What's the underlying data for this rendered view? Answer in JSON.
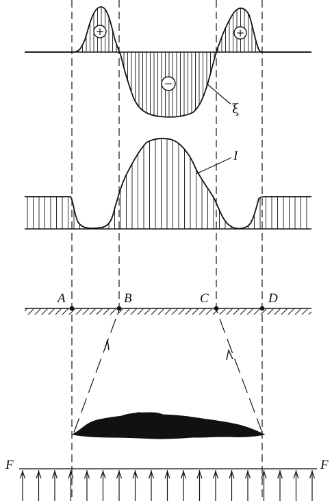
{
  "labels": {
    "xi": "ξ",
    "intensity": "I",
    "point_a": "A",
    "point_b": "B",
    "point_c": "C",
    "point_d": "D",
    "field_left": "F",
    "field_right": "F"
  },
  "signs": {
    "plus_left": "+",
    "minus_center": "−",
    "plus_right": "+"
  },
  "colors": {
    "ink": "#111111",
    "background": "#ffffff"
  }
}
